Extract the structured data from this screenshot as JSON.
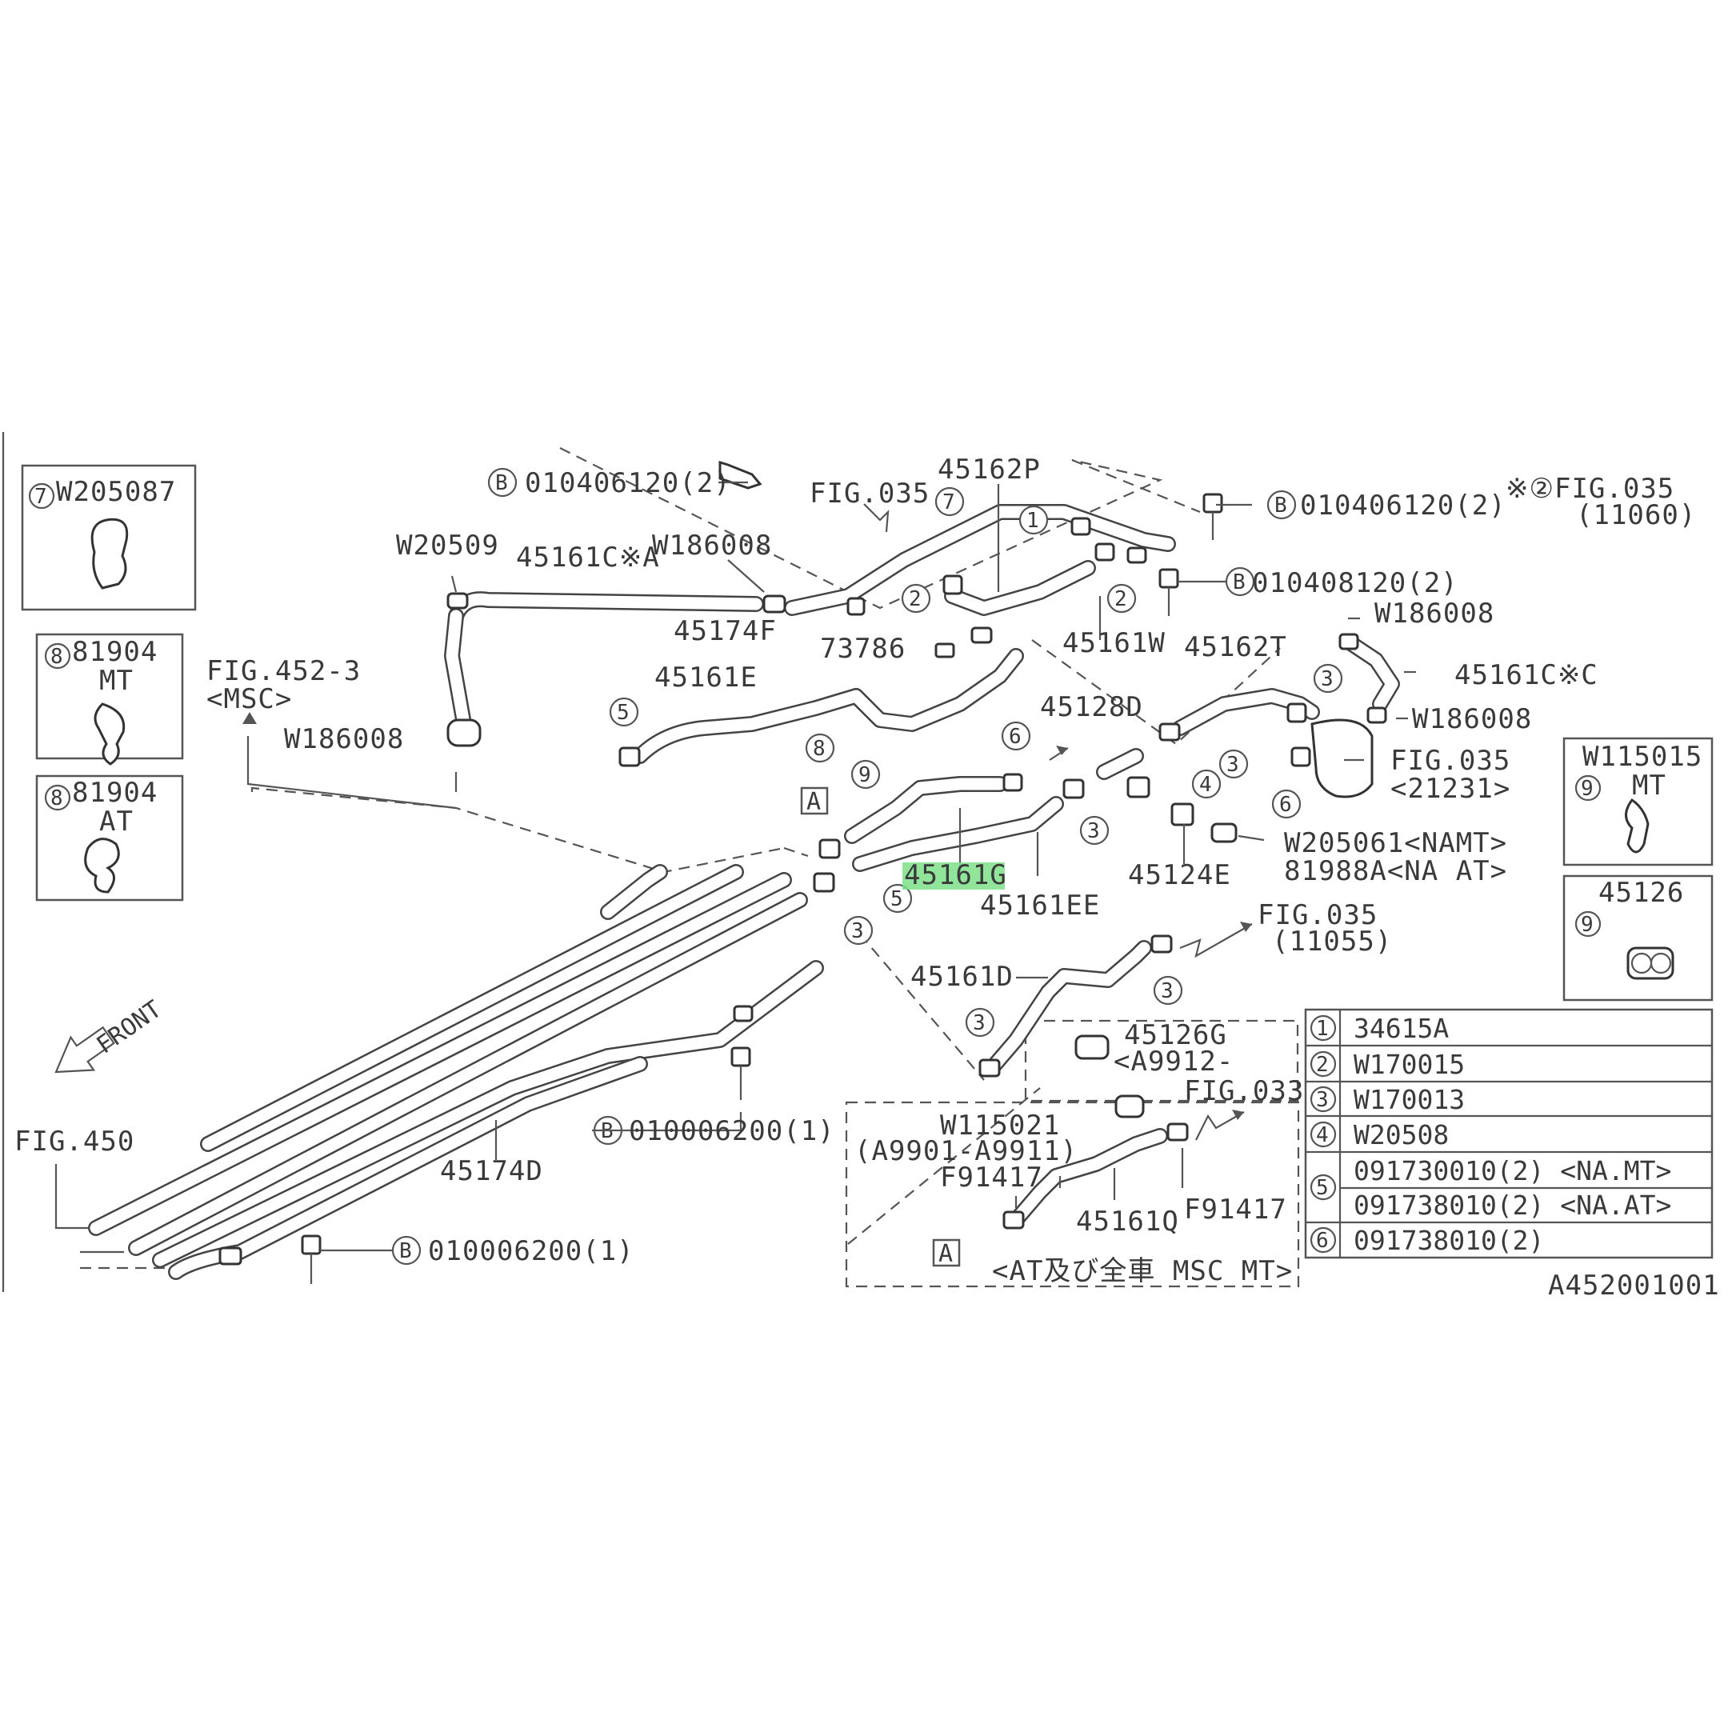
{
  "labels": {
    "left_w205087": "W205087",
    "left_81904_mt": "81904",
    "left_mt": "MT",
    "left_81904_at": "81904",
    "left_at": "AT",
    "bolt_top": "010406120(2)",
    "fig035_top": "FIG.035",
    "p45162p": "45162P",
    "bolt_top_right": "010406120(2)",
    "fig035_11060_a": "※②FIG.035",
    "fig035_11060_b": "(11060)",
    "w20509": "W20509",
    "p45161ca": "45161C※A",
    "w186008_a": "W186008",
    "bolt_010408120": "010408120(2)",
    "w186008_b": "W186008",
    "p45174f": "45174F",
    "p73786": "73786",
    "p45161w": "45161W",
    "p45162t": "45162T",
    "p45161cc": "45161C※C",
    "fig452_a": "FIG.452-3",
    "fig452_b": "<MSC>",
    "p45161e": "45161E",
    "p45128d": "45128D",
    "w186008_c": "W186008",
    "w186008_d": "W186008",
    "fig035_21231_a": "FIG.035",
    "fig035_21231_b": "<21231>",
    "w205061": "W205061<NAMT>",
    "p81988a": "81988A<NA AT>",
    "p45124e": "45124E",
    "p45161g": "45161G",
    "p45161ee": "45161EE",
    "fig035_11055_a": "FIG.035",
    "fig035_11055_b": "(11055)",
    "p45161d": "45161D",
    "front": "FRONT",
    "fig450": "FIG.450",
    "bolt_mid": "010006200(1)",
    "p45174d": "45174D",
    "bolt_bottom": "010006200(1)",
    "p45126g_a": "45126G",
    "p45126g_b": "<A9912-",
    "fig033": "FIG.033",
    "w115021_a": "W115021",
    "w115021_b": "(A9901-A9911)",
    "f91417_a": "F91417",
    "f91417_b": "F91417",
    "p45161q": "45161Q",
    "at_msc": "<AT及び全車 MSC MT>",
    "ref_a": "A",
    "ref_b": "B",
    "right_w115015": "W115015",
    "right_mt": "MT",
    "right_45126": "45126",
    "diagram_id": "A452001001"
  },
  "table": [
    {
      "n": "1",
      "code": "34615A"
    },
    {
      "n": "2",
      "code": "W170015"
    },
    {
      "n": "3",
      "code": "W170013"
    },
    {
      "n": "4",
      "code": "W20508"
    },
    {
      "n": "5",
      "code": "091730010(2) <NA.MT>"
    },
    {
      "n": "5",
      "code": "091738010(2) <NA.AT>"
    },
    {
      "n": "6",
      "code": "091738010(2)"
    }
  ],
  "colors": {
    "line": "#444444",
    "text": "#3a3a3a",
    "highlight": "#7CE08A",
    "background": "#ffffff"
  }
}
